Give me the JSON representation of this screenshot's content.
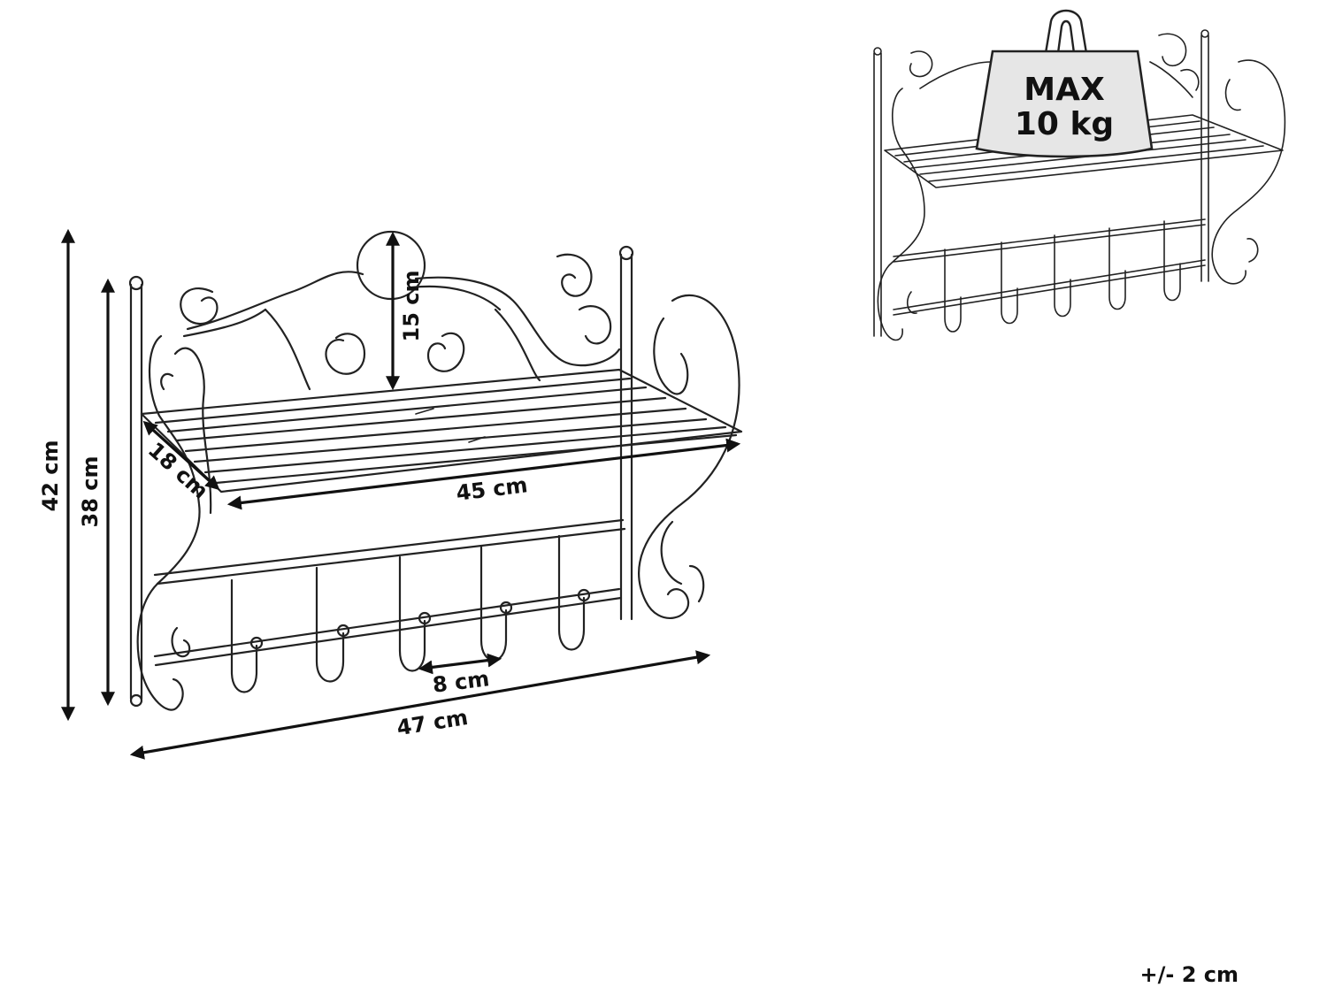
{
  "dimensions": {
    "total_height": "42 cm",
    "frame_height": "38 cm",
    "shelf_depth": "18 cm",
    "shelf_width": "45 cm",
    "crest_height": "15 cm",
    "hook_spacing": "8 cm",
    "total_width": "47 cm"
  },
  "weight_badge": {
    "line1": "MAX",
    "line2": "10 kg"
  },
  "tolerance": "+/- 2 cm"
}
